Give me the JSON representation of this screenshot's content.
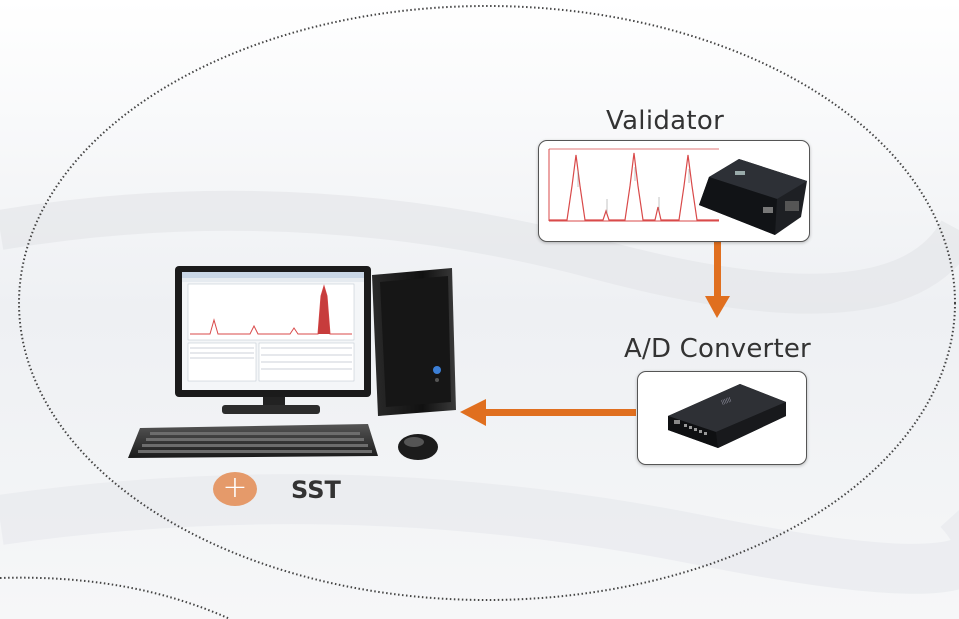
{
  "labels": {
    "validator": "Validator",
    "ad_converter": "A/D Converter",
    "sst": "SST",
    "plus_symbol": "+"
  },
  "colors": {
    "arrow": "#e06f1f",
    "plus_badge": "#e59a6a",
    "chromatogram": "#d94a4a"
  },
  "icons": {
    "validator_device": "validator-box-icon",
    "ad_converter_device": "ad-converter-box-icon",
    "computer": "desktop-computer-icon"
  }
}
